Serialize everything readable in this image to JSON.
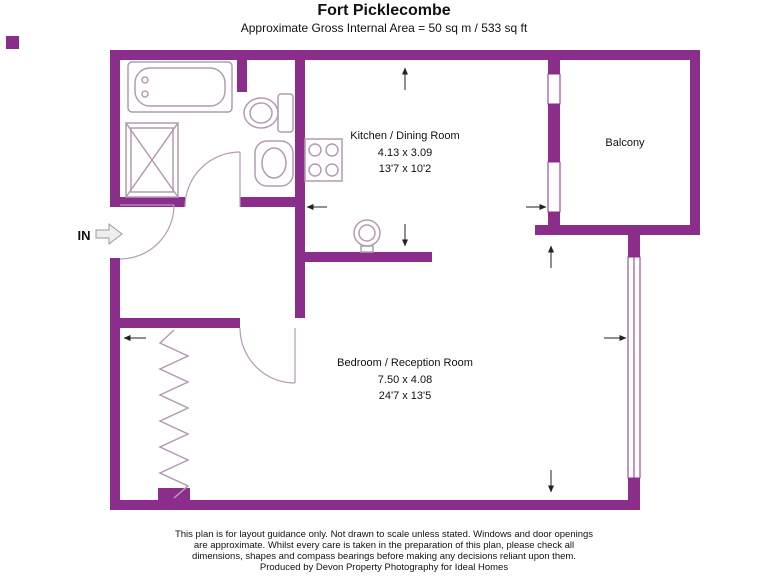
{
  "title": "Fort Picklecombe",
  "subtitle": "Approximate Gross Internal Area = 50 sq m / 533 sq ft",
  "entrance_label": "IN",
  "rooms": {
    "kitchen_dining": {
      "name": "Kitchen / Dining Room",
      "size_metric": "4.13 x 3.09",
      "size_imperial": "13'7 x 10'2"
    },
    "bedroom_reception": {
      "name": "Bedroom / Reception Room",
      "size_metric": "7.50 x 4.08",
      "size_imperial": "24'7 x 13'5"
    },
    "balcony": {
      "name": "Balcony"
    }
  },
  "footer_lines": [
    "This plan is for layout guidance only. Not drawn to scale unless stated. Windows and door openings",
    "are approximate. Whilst every care is taken in the preparation of this plan, please check all",
    "dimensions, shapes and compass bearings before making any decisions reliant upon them.",
    "Produced by Devon Property Photography for Ideal Homes"
  ],
  "colors": {
    "wall": "#8b2d8b",
    "fixture": "#b49bb4",
    "dimension_arrow": "#222222",
    "text": "#111111"
  }
}
